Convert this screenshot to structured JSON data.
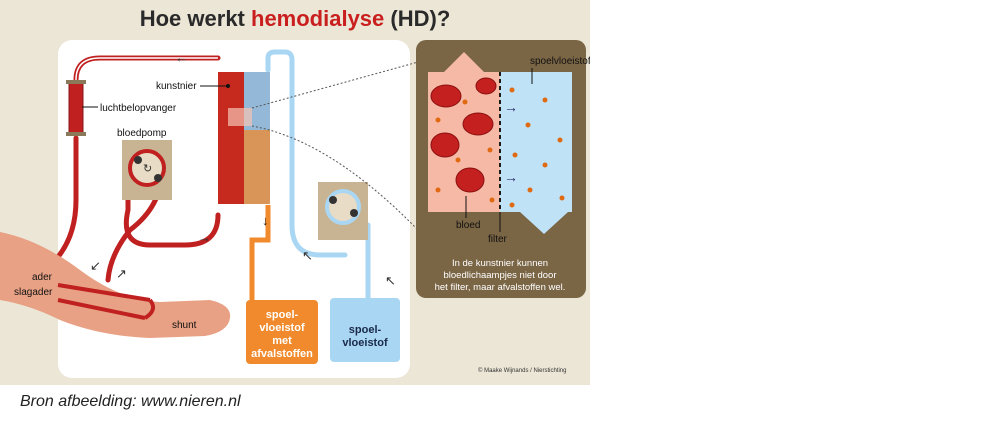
{
  "title": {
    "prefix": "Hoe werkt ",
    "highlight": "hemodialyse",
    "suffix": " (HD)?"
  },
  "labels": {
    "kunstnier": "kunstnier",
    "luchtbelopvanger": "luchtbelopvanger",
    "bloedpomp": "bloedpomp",
    "ader": "ader",
    "slagader": "slagader",
    "shunt": "shunt",
    "spoelvloeistof_top": "spoelvloeistof",
    "bloed": "bloed",
    "filter": "filter",
    "info_line1": "In de kunstnier kunnen",
    "info_line2": "bloedlichaampjes niet door",
    "info_line3": "het filter, maar afvalstoffen wel.",
    "can_used_1": "spoel-",
    "can_used_2": "vloeistof",
    "can_used_3": "met",
    "can_used_4": "afvalstoffen",
    "can_fresh_1": "spoel-",
    "can_fresh_2": "vloeistof",
    "credit": "© Maake Wijnands / Nierstichting"
  },
  "caption": "Bron afbeelding: www.nieren.nl",
  "colors": {
    "blood": "#c0201f",
    "dialysate": "#a9d6f2",
    "waste": "#f08a2c",
    "panel": "#7a6545",
    "background": "#ece6d6"
  }
}
